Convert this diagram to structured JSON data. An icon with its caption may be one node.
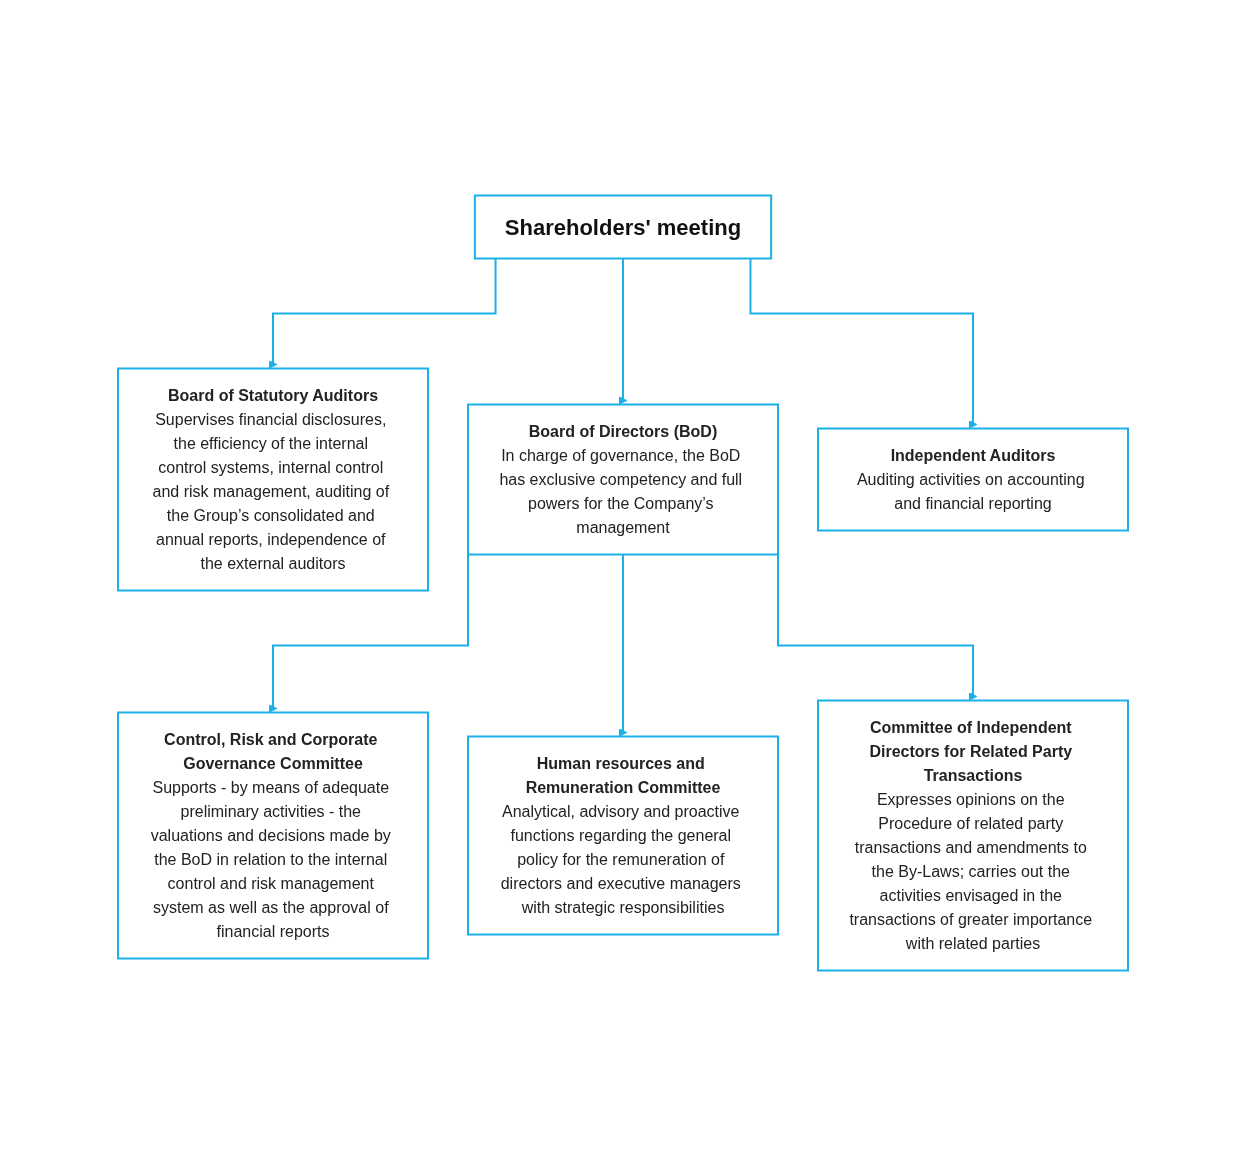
{
  "diagram": {
    "nodes": [
      {
        "text": [
          "Shareholders' meeting"
        ]
      },
      {
        "text": [
          "Board of Statutory Auditors",
          "Supervises financial disclosures, the efficiency of the internal control systems, internal control and risk management, auditing of the Group’s consolidated and annual reports, independence of the external auditors"
        ]
      },
      {
        "text": [
          "Board of Directors (BoD)",
          "In charge of governance, the BoD has exclusive competency and full powers for the Company’s management"
        ]
      },
      {
        "text": [
          "Independent Auditors",
          "Auditing activities on accounting and financial reporting"
        ]
      },
      {
        "text": [
          "Control, Risk and Corporate Governance Committee",
          "Supports - by means of adequate preliminary activities - the valuations and decisions made by the BoD in relation to the internal control and risk management system as well as the approval of financial reports"
        ]
      },
      {
        "text": [
          "Human resources and Remuneration Committee",
          "Analytical, advisory and proactive functions regarding the general policy for the remuneration of directors and executive managers with strategic responsibilities"
        ]
      },
      {
        "text": [
          "Committee of Independent Directors for Related Party Transactions",
          "Expresses opinions on the Procedure of related party transactions and amendments to the By-Laws; carries out the activities envisaged in the transactions of greater importance with related parties"
        ]
      }
    ],
    "edges": [
      {
        "from": 0,
        "to": 1,
        "arrow": "to"
      },
      {
        "from": 0,
        "to": 2,
        "arrow": "to"
      },
      {
        "from": 0,
        "to": 3,
        "arrow": "to"
      },
      {
        "from": 2,
        "to": 4,
        "arrow": "to"
      },
      {
        "from": 2,
        "to": 5,
        "arrow": "to"
      },
      {
        "from": 2,
        "to": 6,
        "arrow": "to"
      }
    ]
  }
}
